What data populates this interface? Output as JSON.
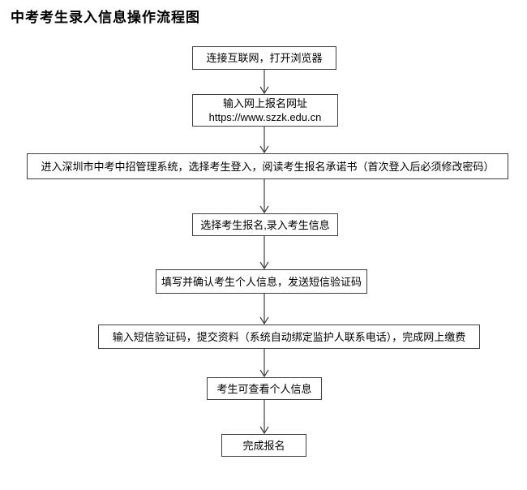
{
  "page": {
    "title": "中考考生录入信息操作流程图"
  },
  "flowchart": {
    "type": "vertical-flow",
    "colors": {
      "box_border": "#3f3f3f",
      "box_fill": "#ffffff",
      "text": "#000000",
      "arrow": "#3f3f3f"
    },
    "steps": [
      {
        "id": 1,
        "text": "连接互联网，打开浏览器"
      },
      {
        "id": 2,
        "text": "输入网上报名网址",
        "text2": "https://www.szzk.edu.cn"
      },
      {
        "id": 3,
        "text": "进入深圳市中考中招管理系统，选择考生登入，阅读考生报名承诺书（首次登入后必须修改密码）"
      },
      {
        "id": 4,
        "text": "选择考生报名,录入考生信息"
      },
      {
        "id": 5,
        "text": "填写并确认考生个人信息，发送短信验证码"
      },
      {
        "id": 6,
        "text": "输入短信验证码，提交资料（系统自动绑定监护人联系电话），完成网上缴费"
      },
      {
        "id": 7,
        "text": "考生可查看个人信息"
      },
      {
        "id": 8,
        "text": "完成报名"
      }
    ]
  }
}
